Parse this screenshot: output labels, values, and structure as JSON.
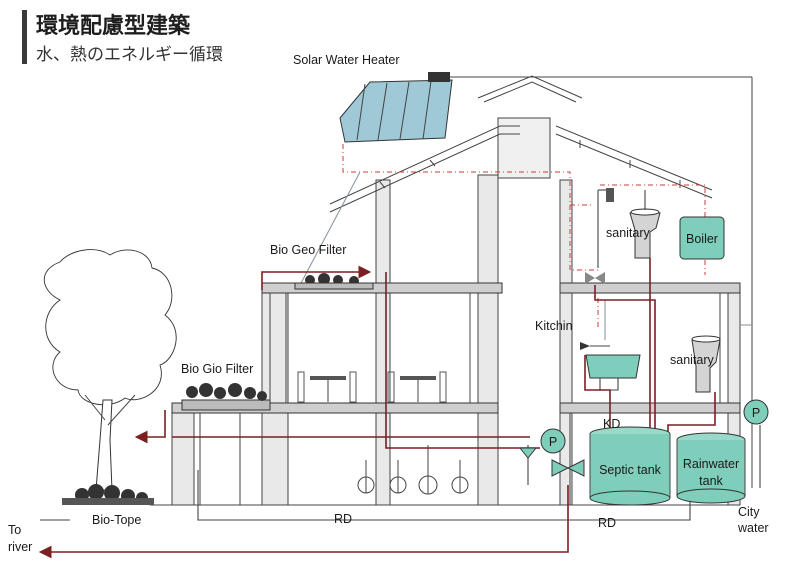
{
  "header": {
    "title": "環境配慮型建築",
    "subtitle": "水、熱のエネルギー循環"
  },
  "labels": {
    "solar_water_heater": "Solar Water Heater",
    "bio_geo_filter": "Bio Geo Filter",
    "bio_gio_filter": "Bio Gio Filter",
    "sanitary_upper": "sanitary",
    "sanitary_lower": "sanitary",
    "boiler": "Boiler",
    "kitchin": "Kitchin",
    "kd": "KD",
    "pump_left": "P",
    "pump_right": "P",
    "septic_tank": "Septic tank",
    "rainwater_tank_line1": "Rainwater",
    "rainwater_tank_line2": "tank",
    "rd_left": "RD",
    "rd_right": "RD",
    "city_water_line1": "City",
    "city_water_line2": "water",
    "bio_tope": "Bio-Tope",
    "to_river_line1": "To",
    "to_river_line2": "river"
  },
  "colors": {
    "drain_pipe": "#7a1f22",
    "supply_pipe": "#444444",
    "heat_dash": "#cc3b3b",
    "tank_fill": "#7fcdbb",
    "solar_panel": "#9fc9d6"
  }
}
